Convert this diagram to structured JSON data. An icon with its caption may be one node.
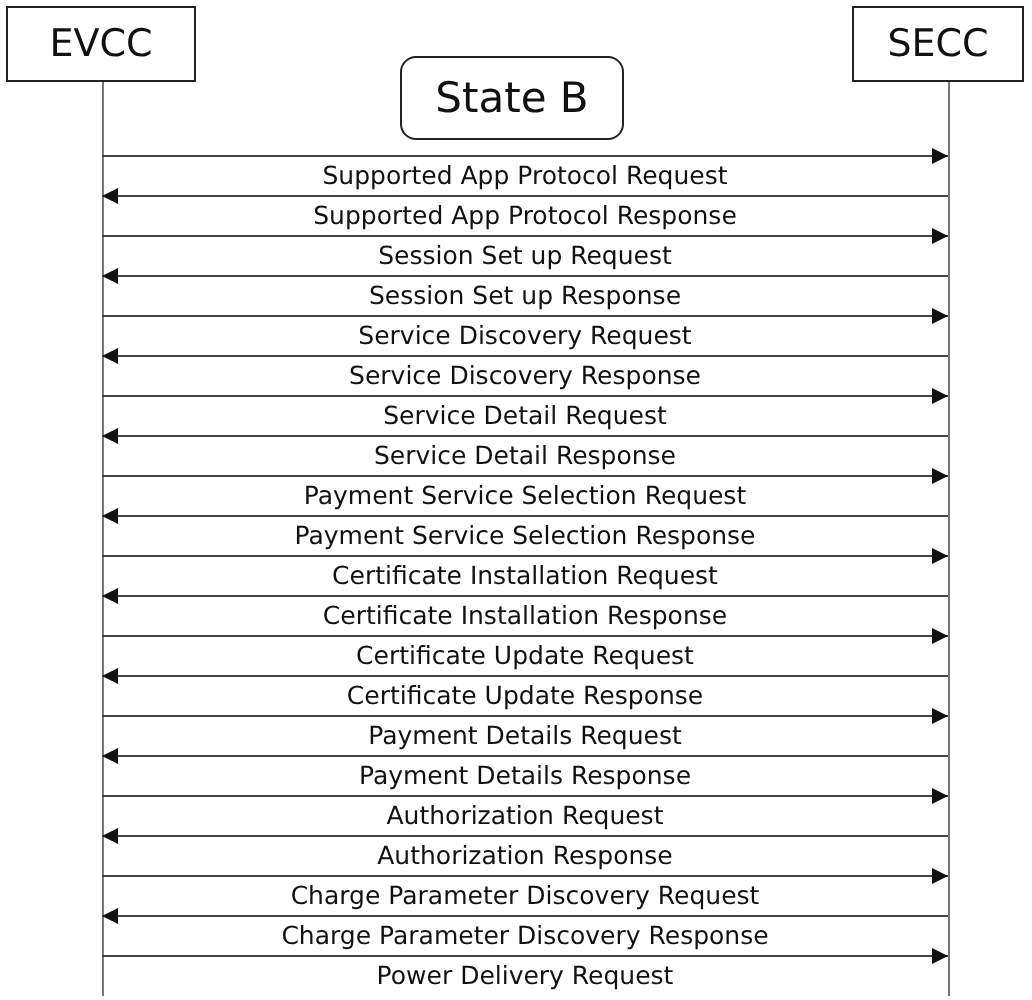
{
  "diagram": {
    "nodes": [
      {
        "text": [
          "EVCC"
        ]
      },
      {
        "text": [
          "SECC"
        ]
      },
      {
        "text": [
          "State B"
        ]
      }
    ],
    "edges": [
      {
        "from": 0,
        "to": 1,
        "arrow": "to",
        "label": "Supported App Protocol Request"
      },
      {
        "from": 1,
        "to": 0,
        "arrow": "to",
        "label": "Supported App Protocol Response"
      },
      {
        "from": 0,
        "to": 1,
        "arrow": "to",
        "label": "Session Set up Request"
      },
      {
        "from": 1,
        "to": 0,
        "arrow": "to",
        "label": "Session Set up Response"
      },
      {
        "from": 0,
        "to": 1,
        "arrow": "to",
        "label": "Service Discovery  Request"
      },
      {
        "from": 1,
        "to": 0,
        "arrow": "to",
        "label": "Service Discovery Response"
      },
      {
        "from": 0,
        "to": 1,
        "arrow": "to",
        "label": "Service Detail Request"
      },
      {
        "from": 1,
        "to": 0,
        "arrow": "to",
        "label": "Service Detail Response"
      },
      {
        "from": 0,
        "to": 1,
        "arrow": "to",
        "label": "Payment Service Selection Request"
      },
      {
        "from": 1,
        "to": 0,
        "arrow": "to",
        "label": "Payment Service Selection Response"
      },
      {
        "from": 0,
        "to": 1,
        "arrow": "to",
        "label": "Certificate Installation Request"
      },
      {
        "from": 1,
        "to": 0,
        "arrow": "to",
        "label": "Certificate Installation Response"
      },
      {
        "from": 0,
        "to": 1,
        "arrow": "to",
        "label": "Certificate Update Request"
      },
      {
        "from": 1,
        "to": 0,
        "arrow": "to",
        "label": "Certificate Update Response"
      },
      {
        "from": 0,
        "to": 1,
        "arrow": "to",
        "label": "Payment Details Request"
      },
      {
        "from": 1,
        "to": 0,
        "arrow": "to",
        "label": "Payment Details Response"
      },
      {
        "from": 0,
        "to": 1,
        "arrow": "to",
        "label": "Authorization Request"
      },
      {
        "from": 1,
        "to": 0,
        "arrow": "to",
        "label": "Authorization Response"
      },
      {
        "from": 0,
        "to": 1,
        "arrow": "to",
        "label": "Charge Parameter Discovery Request"
      },
      {
        "from": 1,
        "to": 0,
        "arrow": "to",
        "label": "Charge Parameter Discovery Response"
      },
      {
        "from": 0,
        "to": 1,
        "arrow": "to",
        "label": "Power Delivery Request"
      }
    ]
  }
}
